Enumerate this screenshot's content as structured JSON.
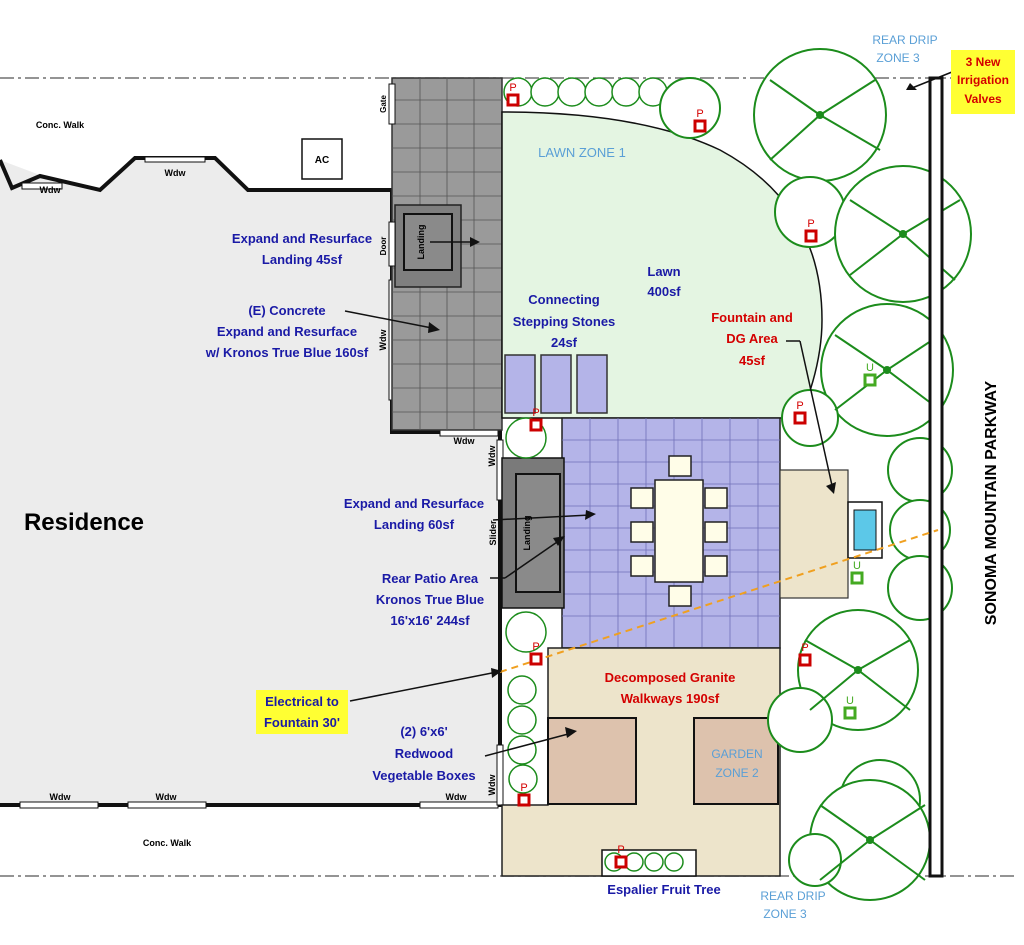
{
  "labels": {
    "conc_walk_top": "Conc. Walk",
    "conc_walk_bottom": "Conc. Walk",
    "wdw": "Wdw",
    "ac": "AC",
    "gate": "Gate",
    "door": "Door",
    "landing": "Landing",
    "slider": "Slider",
    "residence": "Residence",
    "p_marker": "P",
    "u_marker": "U",
    "street": "SONOMA MOUNTAIN PARKWAY",
    "rear_drip_top_1": "REAR DRIP",
    "rear_drip_top_2": "ZONE 3",
    "rear_drip_bottom_1": "REAR DRIP",
    "rear_drip_bottom_2": "ZONE 3",
    "valves_1": "3 New",
    "valves_2": "Irrigation",
    "valves_3": "Valves",
    "lawn_zone": "LAWN ZONE 1",
    "lawn_1": "Lawn",
    "lawn_2": "400sf",
    "stepping_1": "Connecting",
    "stepping_2": "Stepping Stones",
    "stepping_3": "24sf",
    "fountain_1": "Fountain and",
    "fountain_2": "DG Area",
    "fountain_3": "45sf",
    "landing45_1": "Expand and Resurface",
    "landing45_2": "Landing 45sf",
    "concrete_1": "(E) Concrete",
    "concrete_2": "Expand and Resurface",
    "concrete_3": "w/ Kronos True Blue 160sf",
    "landing60_1": "Expand and Resurface",
    "landing60_2": "Landing 60sf",
    "patio_1": "Rear Patio Area",
    "patio_2": "Kronos True Blue",
    "patio_3": "16'x16' 244sf",
    "dg_1": "Decomposed Granite",
    "dg_2": "Walkways 190sf",
    "garden_1": "GARDEN",
    "garden_2": "ZONE 2",
    "electrical_1": "Electrical to",
    "electrical_2": "Fountain 30'",
    "boxes_1": "(2) 6'x6'",
    "boxes_2": "Redwood",
    "boxes_3": "Vegetable Boxes",
    "espalier": "Espalier Fruit Tree"
  },
  "colors": {
    "lawn": "#e4f5e2",
    "patio": "#b4b4e8",
    "concrete": "#9a9a9a",
    "dg": "#ede4cb",
    "veg_box": "#ddc2ad",
    "residence": "#ececec",
    "tree": "#1c8c1c",
    "valve": "#cc0000",
    "utility": "#44aa22",
    "label_blue": "#1a1aa6",
    "label_red": "#d40000",
    "zone_blue": "#5a9fd6",
    "highlight": "#ffff33"
  }
}
